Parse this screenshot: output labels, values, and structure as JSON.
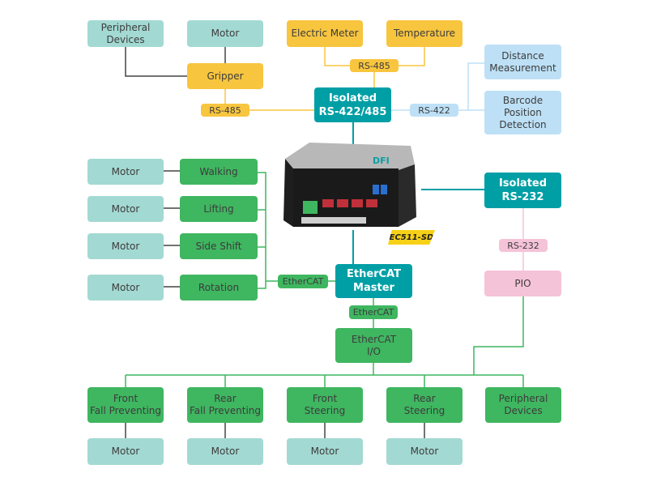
{
  "diagram": {
    "hub": {
      "label": "Isolated\nRS-422/485"
    },
    "rs232_hub": {
      "label": "Isolated\nRS-232"
    },
    "ethercat_master": {
      "label": "EtherCAT\nMaster"
    },
    "device_model": "EC511-SD",
    "top_left": {
      "peripheral": "Peripheral\nDevices",
      "motor": "Motor",
      "gripper": "Gripper",
      "link": "RS-485"
    },
    "top_center": {
      "electric_meter": "Electric Meter",
      "temperature": "Temperature",
      "link": "RS-485"
    },
    "right_sensors": {
      "distance": "Distance\nMeasurement",
      "barcode": "Barcode\nPosition\nDetection",
      "link": "RS-422"
    },
    "rs232_branch": {
      "link": "RS-232",
      "pio": "PIO"
    },
    "left_axes": [
      {
        "motor": "Motor",
        "function": "Walking"
      },
      {
        "motor": "Motor",
        "function": "Lifting"
      },
      {
        "motor": "Motor",
        "function": "Side Shift"
      },
      {
        "motor": "Motor",
        "function": "Rotation"
      }
    ],
    "left_link": "EtherCAT",
    "io_link": "EtherCAT",
    "io_module": "EtherCAT\nI/O",
    "bottom": [
      {
        "function": "Front\nFall Preventing",
        "motor": "Motor"
      },
      {
        "function": "Rear\nFall Preventing",
        "motor": "Motor"
      },
      {
        "function": "Front\nSteering",
        "motor": "Motor"
      },
      {
        "function": "Rear\nSteering",
        "motor": "Motor"
      },
      {
        "function": "Peripheral\nDevices",
        "motor": null
      }
    ]
  },
  "colors": {
    "motor": "#a3d9d3",
    "rs485": "#f8c53f",
    "rs422": "#bde0f6",
    "ethercat": "#3fb660",
    "rs232": "#f5c3d8",
    "controller": "#009fa5",
    "model_badge": "#f7d117"
  }
}
